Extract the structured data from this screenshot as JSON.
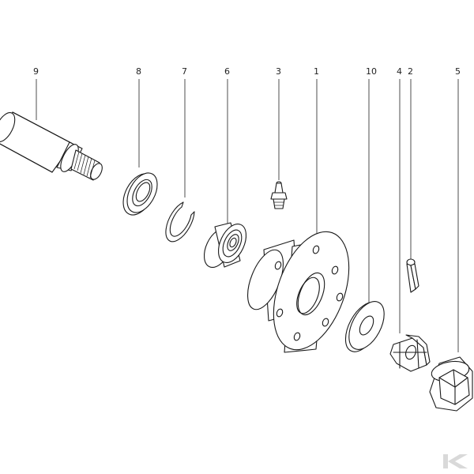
{
  "diagram": {
    "type": "exploded-parts-view",
    "callouts": [
      {
        "id": "c9",
        "label": "9",
        "part": "shaft"
      },
      {
        "id": "c8",
        "label": "8",
        "part": "seal-ring"
      },
      {
        "id": "c7",
        "label": "7",
        "part": "circlip"
      },
      {
        "id": "c6",
        "label": "6",
        "part": "bearing"
      },
      {
        "id": "c3",
        "label": "3",
        "part": "grease-nipple"
      },
      {
        "id": "c1",
        "label": "1",
        "part": "hub"
      },
      {
        "id": "c10",
        "label": "10",
        "part": "washer"
      },
      {
        "id": "c4",
        "label": "4",
        "part": "castle-nut"
      },
      {
        "id": "c2",
        "label": "2",
        "part": "cotter-pin"
      },
      {
        "id": "c5",
        "label": "5",
        "part": "hub-cap"
      }
    ],
    "line_color": "#1a1a1a",
    "logo_color": "#d9d9d9"
  }
}
